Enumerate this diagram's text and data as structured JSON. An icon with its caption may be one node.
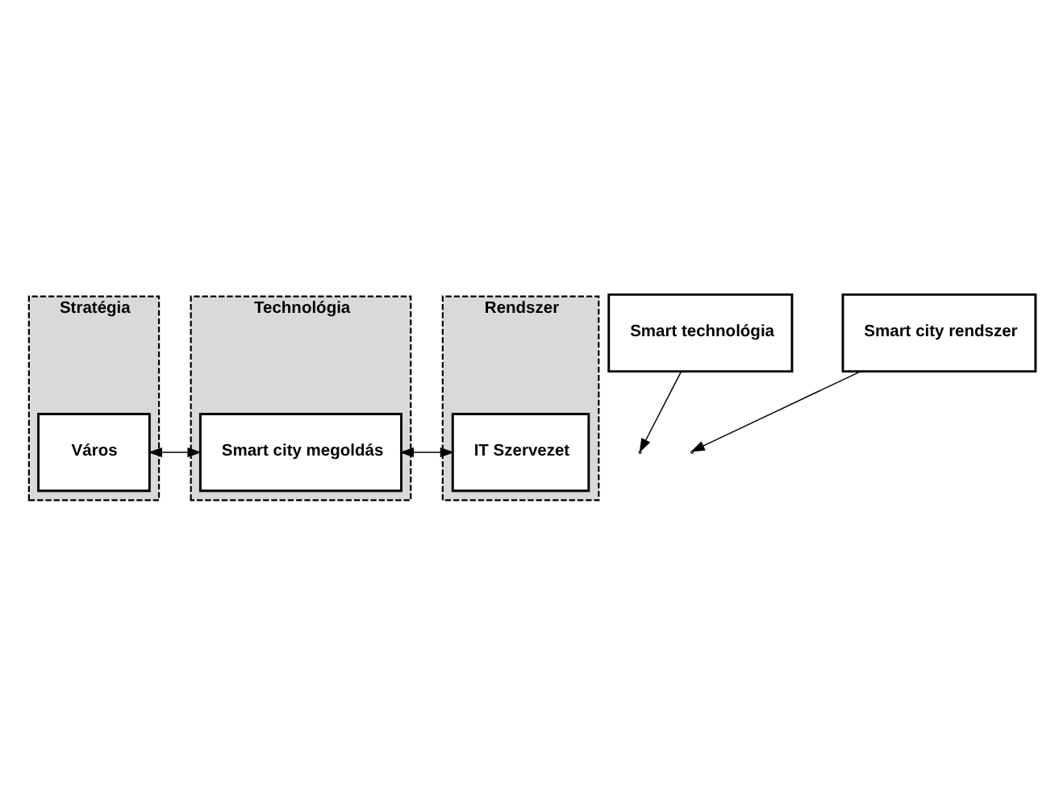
{
  "diagram": {
    "nodes": [
      {
        "text": [
          "Stratégia"
        ]
      },
      {
        "text": [
          "Technológia"
        ]
      },
      {
        "text": [
          "Rendszer"
        ]
      },
      {
        "text": [
          "Smart technológia"
        ]
      },
      {
        "text": [
          "Smart city rendszer"
        ]
      },
      {
        "text": [
          "Város"
        ],
        "in": 0
      },
      {
        "text": [
          "Smart city megoldás"
        ],
        "in": 1
      },
      {
        "text": [
          "IT Szervezet"
        ],
        "in": 2
      }
    ],
    "edges": [
      {
        "from": 5,
        "to": 6,
        "arrow": "both"
      },
      {
        "from": 6,
        "to": 7,
        "arrow": "both"
      },
      {
        "from": 3,
        "to": null,
        "arrow": "to"
      },
      {
        "from": 4,
        "to": null,
        "arrow": "to"
      }
    ]
  }
}
